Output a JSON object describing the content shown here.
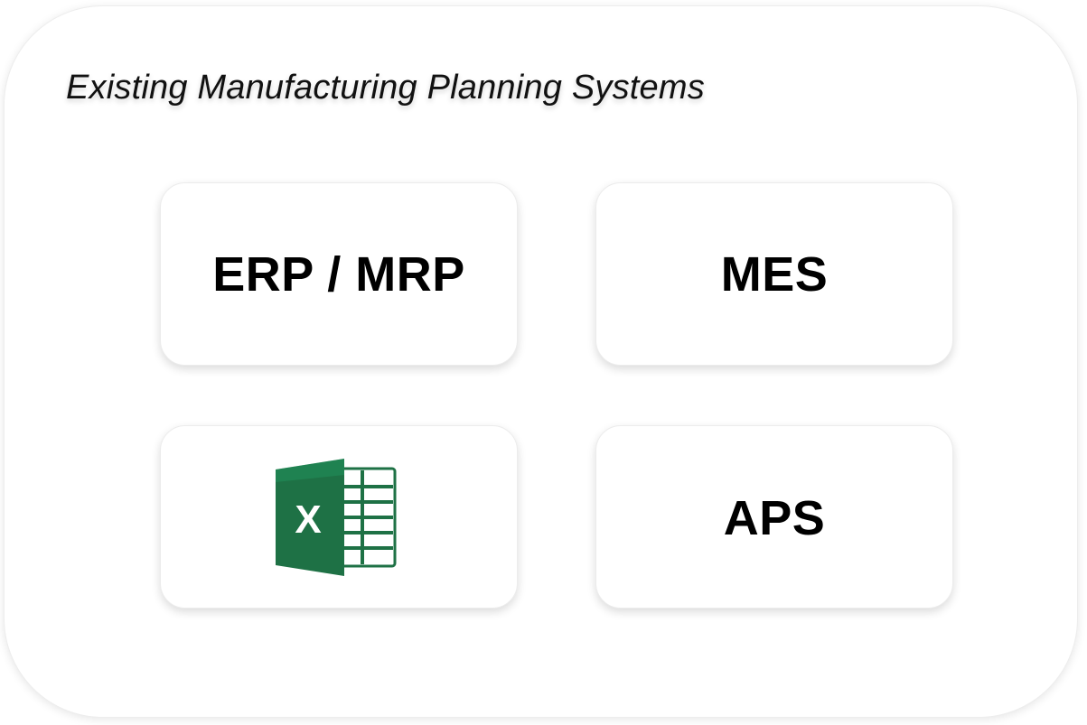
{
  "title": "Existing Manufacturing Planning Systems",
  "cards": [
    {
      "label": "ERP / MRP"
    },
    {
      "label": "MES"
    },
    {
      "icon": "excel-icon",
      "icon_letter": "X"
    },
    {
      "label": "APS"
    }
  ],
  "colors": {
    "excel_dark": "#185c37",
    "excel_mid": "#21a366",
    "excel_grid": "#1e7145"
  }
}
